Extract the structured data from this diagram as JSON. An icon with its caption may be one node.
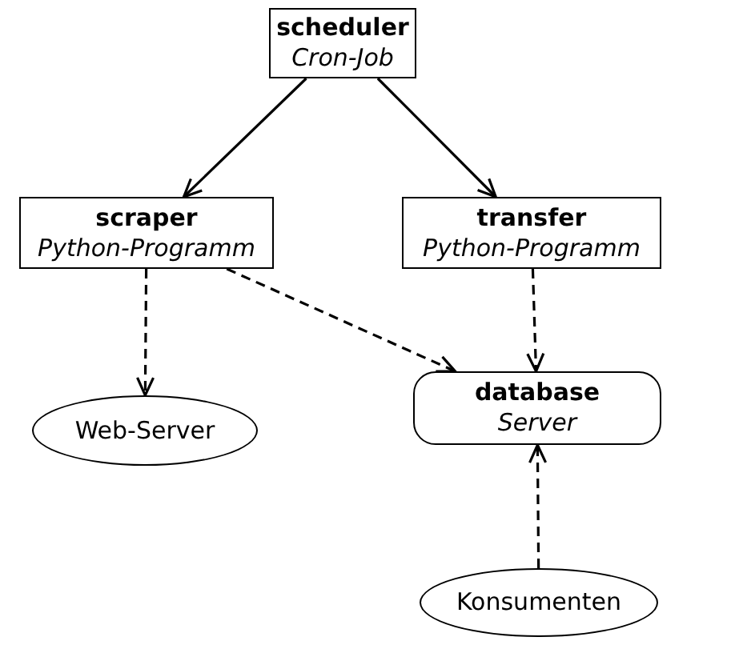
{
  "diagram": {
    "nodes": [
      {
        "text": [
          "scheduler",
          "Cron-Job"
        ]
      },
      {
        "text": [
          "scraper",
          "Python-Programm"
        ]
      },
      {
        "text": [
          "transfer",
          "Python-Programm"
        ]
      },
      {
        "text": [
          "Web-Server"
        ]
      },
      {
        "text": [
          "database",
          "Server"
        ]
      },
      {
        "text": [
          "Konsumenten"
        ]
      }
    ],
    "edges": [
      {
        "from": 0,
        "to": 1,
        "arrow": "to"
      },
      {
        "from": 0,
        "to": 2,
        "arrow": "to"
      },
      {
        "from": 1,
        "to": 3,
        "arrow": "to",
        "style": "dashed"
      },
      {
        "from": 1,
        "to": 4,
        "arrow": "to",
        "style": "dashed"
      },
      {
        "from": 2,
        "to": 4,
        "arrow": "to",
        "style": "dashed"
      },
      {
        "from": 5,
        "to": 4,
        "arrow": "to",
        "style": "dashed"
      }
    ]
  }
}
